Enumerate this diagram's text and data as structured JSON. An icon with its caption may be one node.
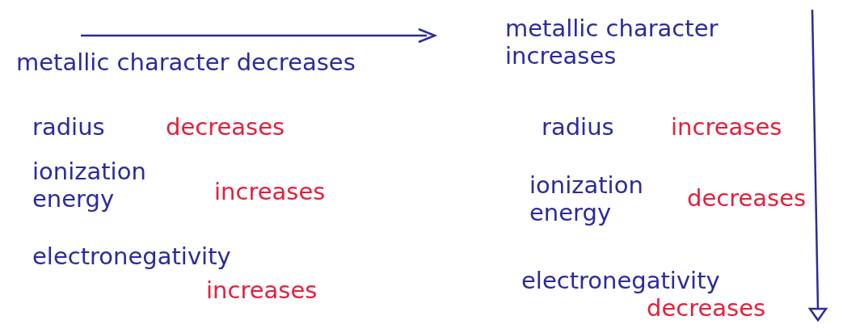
{
  "diagram": {
    "labels": [
      "metallic character decreases",
      "radius",
      "decreases",
      "ionization energy",
      "increases",
      "electronegativity",
      "increases",
      "metallic character increases",
      "radius",
      "increases",
      "ionization energy",
      "decreases",
      "electronegativity",
      "decreases"
    ]
  }
}
